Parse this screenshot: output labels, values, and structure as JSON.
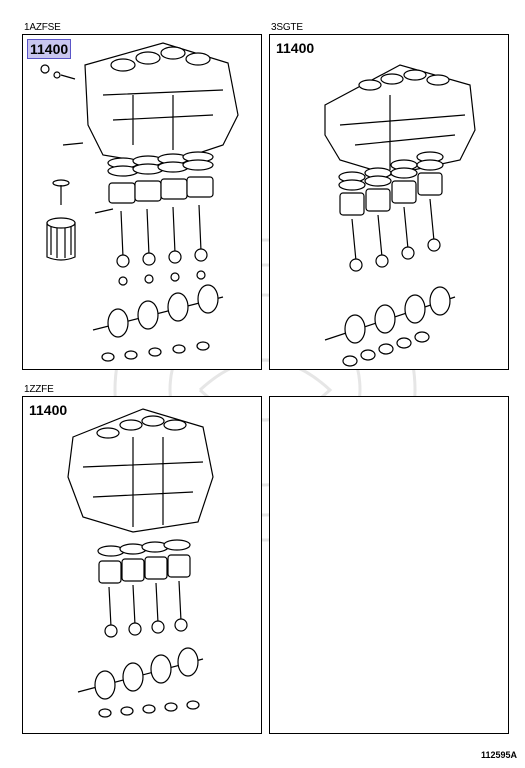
{
  "panels": [
    {
      "engine_code": "1AZFSE",
      "part_number": "11400",
      "highlighted": true
    },
    {
      "engine_code": "3SGTE",
      "part_number": "11400",
      "highlighted": false
    },
    {
      "engine_code": "1ZZFE",
      "part_number": "11400",
      "highlighted": false
    },
    {
      "engine_code": "",
      "part_number": "",
      "highlighted": false
    }
  ],
  "illustration_code": "112595A",
  "colors": {
    "highlight": "#c9c6ef",
    "line": "#000000"
  }
}
